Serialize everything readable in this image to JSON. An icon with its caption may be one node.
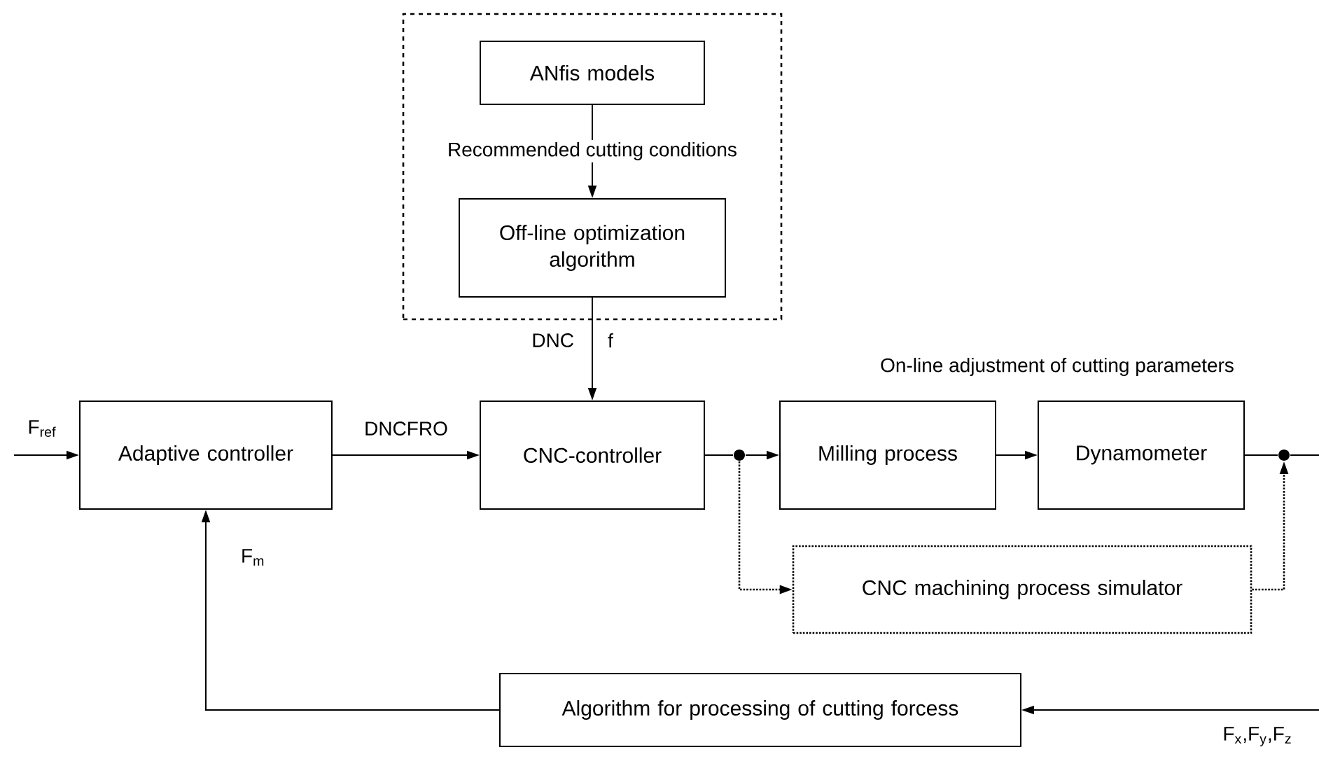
{
  "diagram": {
    "nodes": [
      {
        "text": [],
        "shape": "box"
      },
      {
        "text": [
          "ANfis models"
        ],
        "in": 0
      },
      {
        "text": [
          "Off-line optimization algorithm"
        ],
        "in": 0
      },
      {
        "text": [
          "Adaptive controller"
        ]
      },
      {
        "text": [
          "CNC-controller"
        ]
      },
      {
        "text": [
          "Milling process"
        ]
      },
      {
        "text": [
          "Dynamometer"
        ]
      },
      {
        "text": [
          "CNC machining process simulator"
        ]
      },
      {
        "text": [
          "Algorithm for processing of cutting forcess"
        ]
      },
      {
        "text": [],
        "shape": "circle"
      },
      {
        "text": [],
        "shape": "circle"
      }
    ],
    "edges": [
      {
        "from": null,
        "to": 3,
        "arrow": "to",
        "label": "F$_{ref}$"
      },
      {
        "from": 3,
        "to": 4,
        "arrow": "to",
        "label": "DNCFRO"
      },
      {
        "from": 1,
        "to": 2,
        "arrow": "to",
        "label": "Recommended cutting conditions"
      },
      {
        "from": 2,
        "to": 4,
        "arrow": "to",
        "label": "DNC"
      },
      {
        "from": 4,
        "to": 9,
        "arrow": "none"
      },
      {
        "from": 9,
        "to": 5,
        "arrow": "to"
      },
      {
        "from": 5,
        "to": 6,
        "arrow": "to"
      },
      {
        "from": 6,
        "to": 10,
        "arrow": "none"
      },
      {
        "from": 10,
        "to": null,
        "arrow": "none"
      },
      {
        "from": 9,
        "to": 7,
        "arrow": "to",
        "style": "dashed"
      },
      {
        "from": 7,
        "to": 10,
        "arrow": "to",
        "style": "dashed"
      },
      {
        "from": null,
        "to": 8,
        "arrow": "to",
        "label": "F$_{x}$,F$_{y}$,F$_{z}$"
      },
      {
        "from": 8,
        "to": 3,
        "arrow": "to",
        "label": "F$_{m}$"
      }
    ],
    "labels": [
      "f",
      "On-line adjustment of cutting parameters"
    ]
  }
}
